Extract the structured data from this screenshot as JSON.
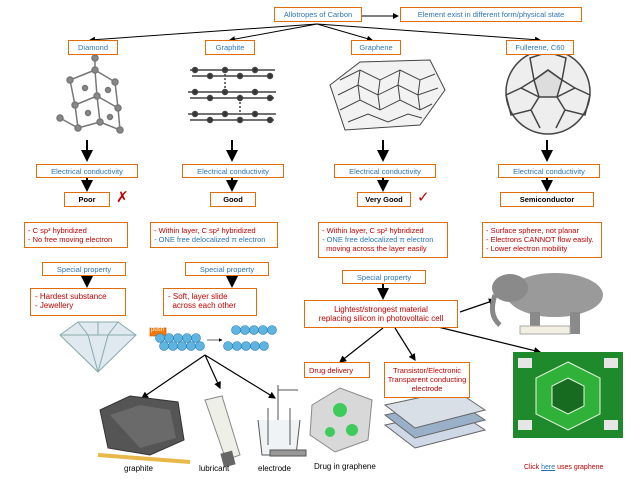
{
  "top": {
    "title": "Allotropes of Carbon",
    "definition": "Element exist in different form/physical state"
  },
  "columns": [
    {
      "name": "Diamond",
      "ec_label": "Electrical conductivity",
      "conductivity": "Poor",
      "mark": "✗",
      "properties": [
        "- C sp³ hybridized",
        "- No free moving electron"
      ],
      "sp_label": "Special property",
      "special": [
        "- Hardest substance",
        "- Jewellery"
      ]
    },
    {
      "name": "Graphite",
      "ec_label": "Electrical conductivity",
      "conductivity": "Good",
      "properties": [
        "- Within layer, C sp² hybridized",
        "- ONE free delocalized π electron"
      ],
      "sp_label": "Special property",
      "special": [
        "- Soft, layer slide",
        "  across each other"
      ]
    },
    {
      "name": "Graphene",
      "ec_label": "Electrical conductivity",
      "conductivity": "Very Good",
      "mark": "✓",
      "properties": [
        "- Within layer, C sp² hybridized",
        "- ONE free delocalized π electron",
        "  moving across the layer easily"
      ],
      "sp_label": "Special property",
      "special": [
        "Lightest/strongest material",
        "replacing silicon in photovoltaic cell"
      ]
    },
    {
      "name": "Fullerene, C60",
      "ec_label": "Electrical conductivity",
      "conductivity": "Semiconductor",
      "properties": [
        "- Surface sphere, not planar",
        "- Electrons CANNOT flow easily.",
        "- Lower electron mobility"
      ]
    }
  ],
  "graphene_uses": {
    "drug": "Drug delivery",
    "transistor": [
      "Transistor/Electronic",
      "Transparent conducting",
      "electrode"
    ]
  },
  "captions": {
    "graphite": "graphite",
    "lubricant": "lubricant",
    "electrode": "electrode",
    "drug": "Drug in graphene",
    "click_pre": "Click ",
    "click_link": "here",
    "click_post": " uses graphene"
  },
  "push_label": "push",
  "colors": {
    "border": "#e36c0a",
    "label_blue": "#2e75b6",
    "red": "#c00000"
  }
}
